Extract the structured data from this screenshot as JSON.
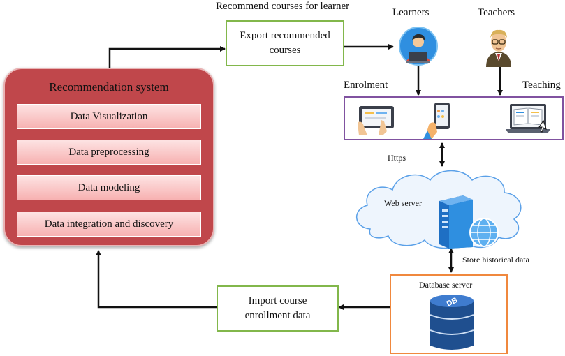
{
  "recommendation_system": {
    "title": "Recommendation system",
    "steps": [
      "Data Visualization",
      "Data preprocessing",
      "Data modeling",
      "Data integration and discovery"
    ]
  },
  "labels": {
    "recommend_courses": "Recommend courses for learner",
    "export_box": "Export recommended courses",
    "import_box": "Import course enrollment data",
    "learners": "Learners",
    "teachers": "Teachers",
    "enrolment": "Enrolment",
    "teaching": "Teaching",
    "https": "Https",
    "web_server": "Web server",
    "store_historical": "Store historical data",
    "database_server": "Database server",
    "db_icon_text": "DB"
  },
  "colors": {
    "panel_red": "#c0474b",
    "step_pink": "#f7b1b1",
    "green_border": "#82b74b",
    "purple_border": "#8052a0",
    "orange_border": "#f0883e",
    "server_blue": "#2f7fd3",
    "db_navy": "#1f4f8f"
  },
  "icons": [
    "learner-avatar-icon",
    "teacher-avatar-icon",
    "tablet-touch-icon",
    "phone-hand-icon",
    "laptop-book-icon",
    "cloud-icon",
    "server-tower-icon",
    "globe-icon",
    "database-cylinder-icon"
  ]
}
